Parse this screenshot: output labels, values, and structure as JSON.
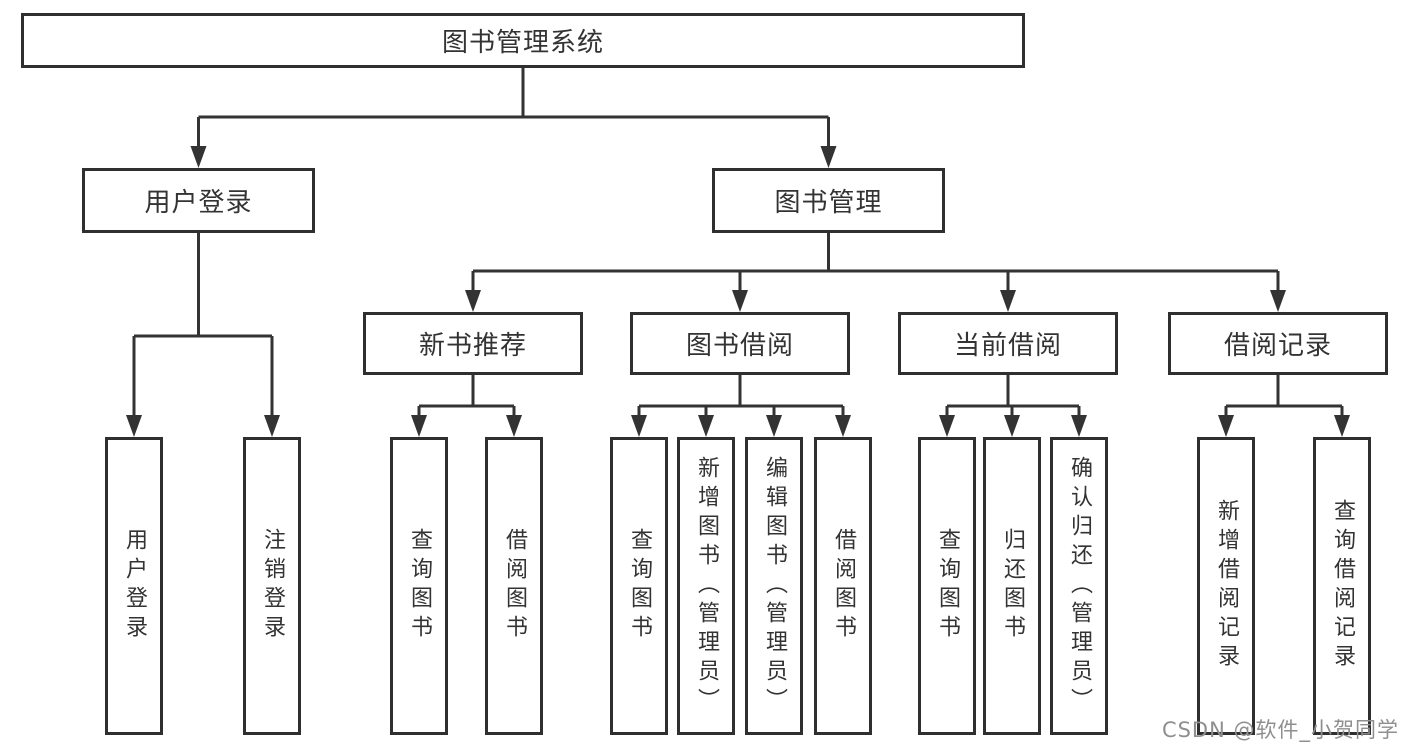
{
  "tree": {
    "root": {
      "label": "图书管理系统"
    },
    "level2": [
      {
        "label": "用户登录"
      },
      {
        "label": "图书管理"
      }
    ],
    "level3": [
      {
        "label": "新书推荐"
      },
      {
        "label": "图书借阅"
      },
      {
        "label": "当前借阅"
      },
      {
        "label": "借阅记录"
      }
    ],
    "leaves": {
      "login": [
        "用户登录",
        "注销登录"
      ],
      "newbooks": [
        "查询图书",
        "借阅图书"
      ],
      "borrow": [
        "查询图书",
        "新增图书（管理员）",
        "编辑图书（管理员）",
        "借阅图书"
      ],
      "current": [
        "查询图书",
        "归还图书",
        "确认归还（管理员）"
      ],
      "records": [
        "新增借阅记录",
        "查询借阅记录"
      ]
    }
  },
  "watermark": "CSDN @软件_小贺同学",
  "colors": {
    "line": "#333333",
    "border": "#2f2f2f",
    "background": "#ffffff",
    "text": "#333333",
    "watermark": "#8f8f8f"
  }
}
